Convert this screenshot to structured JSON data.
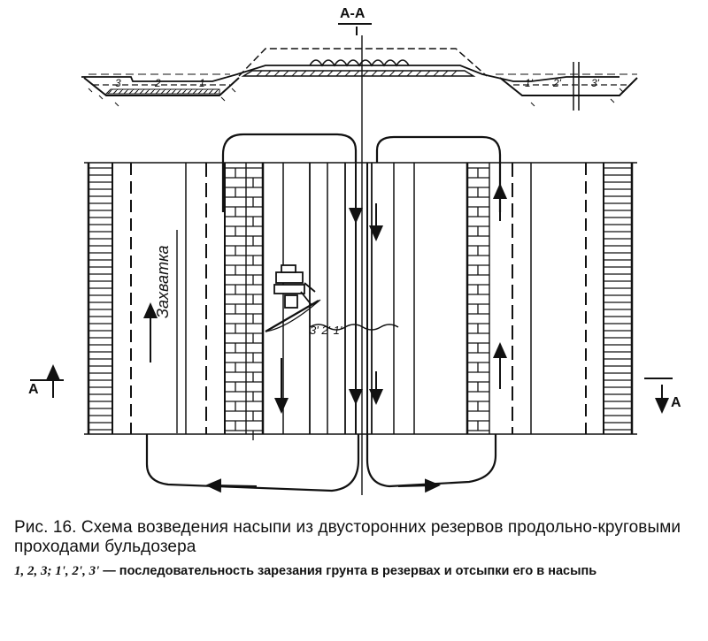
{
  "section_label": "А-А",
  "section_mark_left": "А",
  "section_mark_right": "А",
  "zone_label": "Захватка",
  "cross_section_left_nums": [
    "3",
    "2",
    "1"
  ],
  "cross_section_right_nums": [
    "1'",
    "2'",
    "3'"
  ],
  "plan_nums": "3' 2' 1'",
  "caption": {
    "title": "Рис. 16. Схема возведения насыпи из двусторонних резервов продольно-круговыми проходами бульдозера",
    "legend_nums": "1, 2, 3; 1', 2', 3'",
    "legend_text": " — последовательность зарезания грунта в резервах и отсыпки его в насыпь"
  }
}
